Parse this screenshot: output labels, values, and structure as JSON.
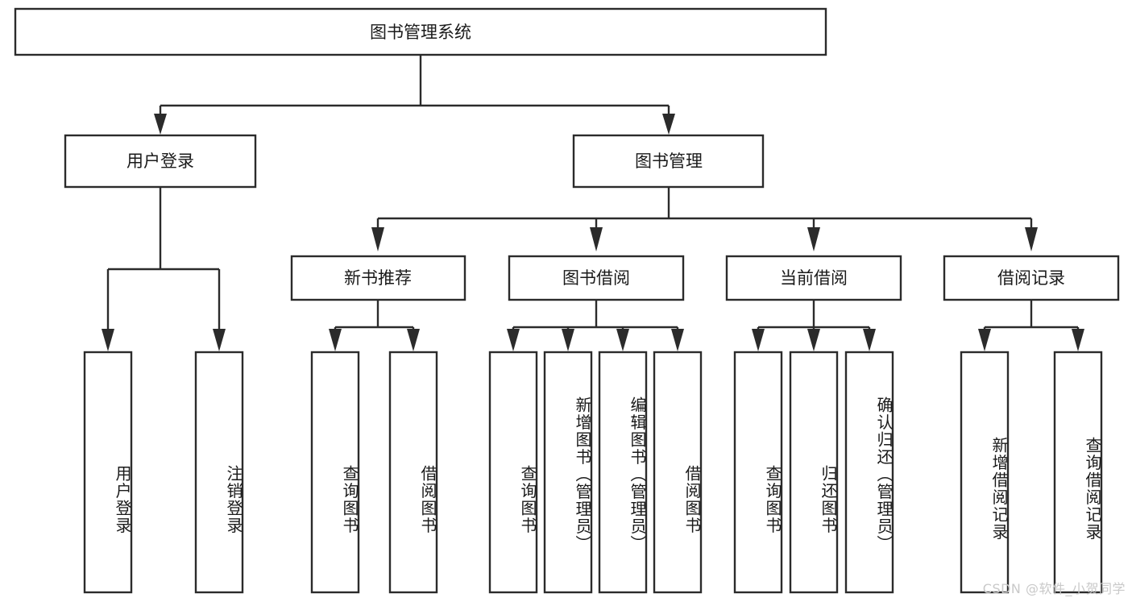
{
  "diagram": {
    "type": "tree-hierarchy",
    "title": "图书管理系统",
    "orientation": "top-down",
    "colors": {
      "box_stroke": "#2b2b2b",
      "box_fill": "#ffffff",
      "text": "#1a1a1a",
      "background": "#ffffff",
      "watermark": "#c9c9c9"
    },
    "root": {
      "label": "图书管理系统"
    },
    "level2": [
      {
        "label": "用户登录"
      },
      {
        "label": "图书管理"
      }
    ],
    "level3": [
      {
        "label": "新书推荐"
      },
      {
        "label": "图书借阅"
      },
      {
        "label": "当前借阅"
      },
      {
        "label": "借阅记录"
      }
    ],
    "leaves": {
      "user_login": [
        {
          "label": "用户登录"
        },
        {
          "label": "注销登录"
        }
      ],
      "new_book": [
        {
          "label": "查询图书"
        },
        {
          "label": "借阅图书"
        }
      ],
      "book_borrow": [
        {
          "label": "查询图书"
        },
        {
          "label": "新增图书（管理员）"
        },
        {
          "label": "编辑图书（管理员）"
        },
        {
          "label": "借阅图书"
        }
      ],
      "current_borrow": [
        {
          "label": "查询图书"
        },
        {
          "label": "归还图书"
        },
        {
          "label": "确认归还（管理员）"
        }
      ],
      "borrow_record": [
        {
          "label": "新增借阅记录"
        },
        {
          "label": "查询借阅记录"
        }
      ]
    }
  },
  "watermark": {
    "text": "CSDN @软件_小贺同学"
  }
}
